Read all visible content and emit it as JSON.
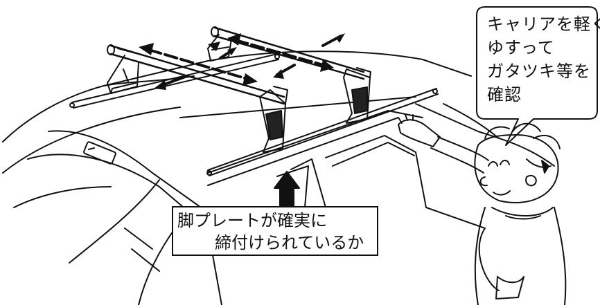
{
  "speech_bubble": {
    "lines": [
      "キャリアを軽く",
      "ゆすって",
      "ガタツキ等を",
      "確認"
    ]
  },
  "plate_label": {
    "lines": [
      "脚プレートが確実に",
      "締付けられているか"
    ]
  }
}
